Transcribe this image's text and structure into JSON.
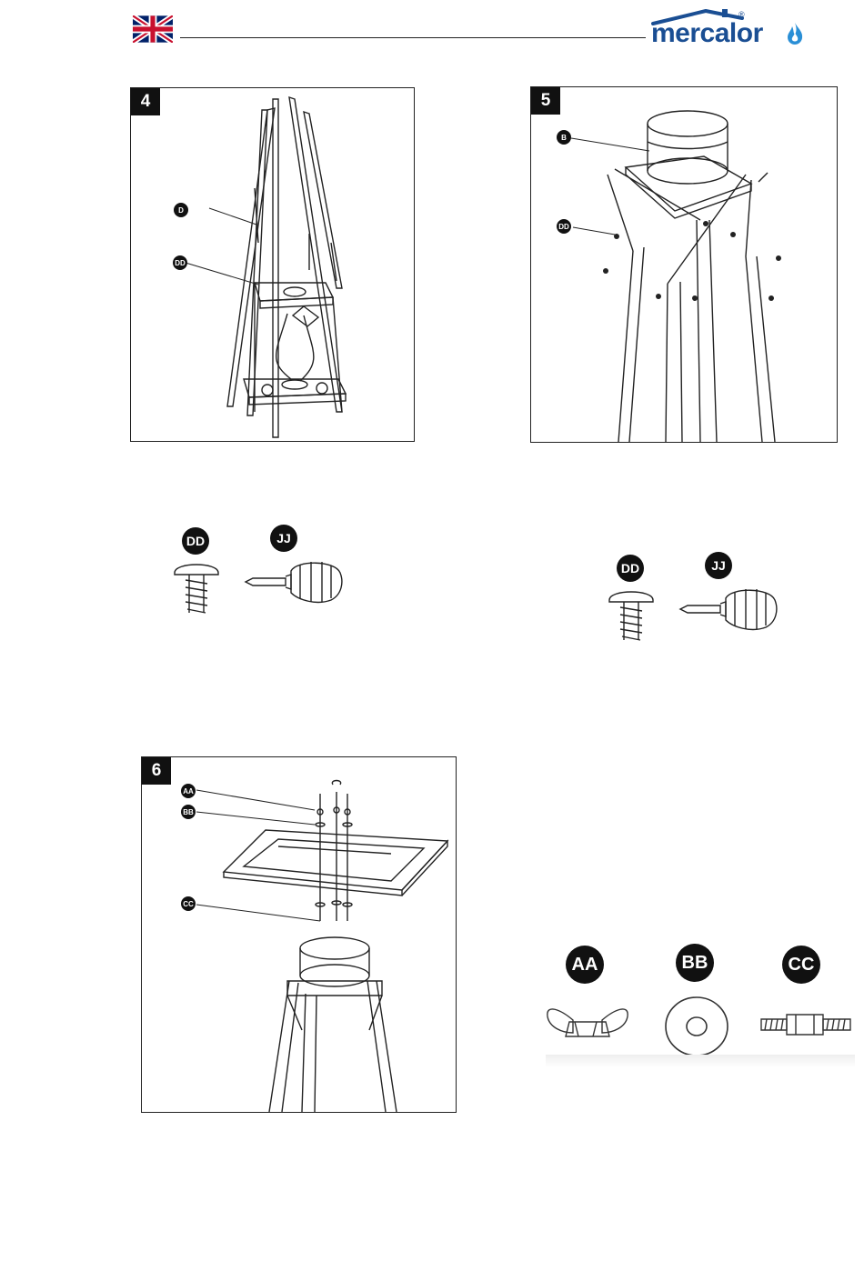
{
  "header": {
    "flag_icon": "uk-flag-icon",
    "brand": "mercalor",
    "brand_mark": "®",
    "brand_icon": "flame-icon",
    "brand_color": "#1a4e93",
    "flame_color": "#2a8fd6"
  },
  "steps": [
    {
      "number": "4",
      "callouts": [
        "D",
        "DD"
      ],
      "tools": [
        "DD",
        "JJ"
      ]
    },
    {
      "number": "5",
      "callouts": [
        "B",
        "DD"
      ],
      "tools": [
        "DD",
        "JJ"
      ]
    },
    {
      "number": "6",
      "callouts": [
        "AA",
        "BB",
        "CC"
      ]
    }
  ],
  "parts": [
    "AA",
    "BB",
    "CC"
  ]
}
